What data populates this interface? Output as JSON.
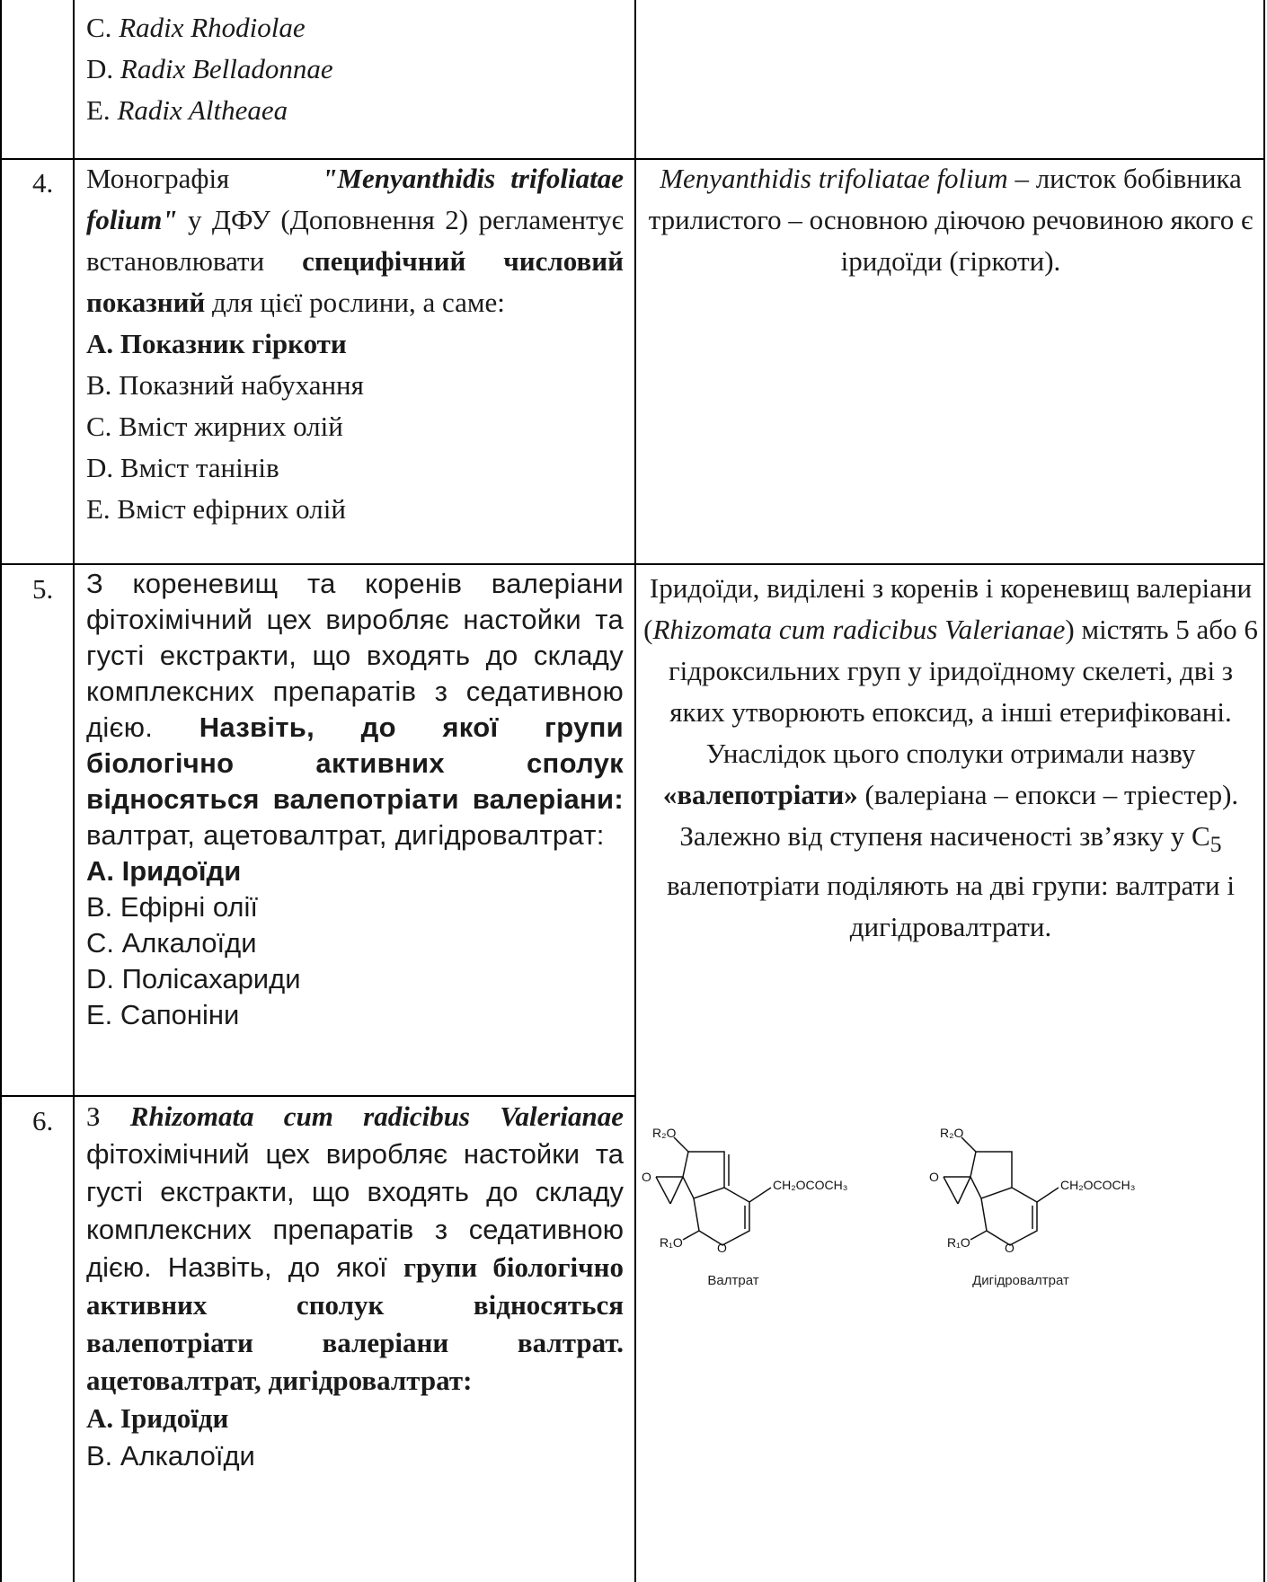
{
  "rows": {
    "r3": {
      "options": [
        {
          "letter": "C.",
          "text": "Radix Rhodiolae"
        },
        {
          "letter": "D.",
          "text": "Radix Belladonnae"
        },
        {
          "letter": "E.",
          "text": "Radix Altheaea"
        }
      ]
    },
    "r4": {
      "number": "4.",
      "q_intro": "Монографія",
      "q_title": "\"Menyanthidis trifoliatae folium\"",
      "q_mid1": "у ДФУ (Доповнення 2) регламентує встановлювати",
      "q_bold": "специфічний числовий показний",
      "q_end": "для цієї рослини, а саме:",
      "answer": "A. Показник гіркоти",
      "options": [
        "B. Показний набухання",
        "C. Вміст жирних олій",
        "D. Вміст танінів",
        "E. Вміст ефірних олій"
      ],
      "explain_latin": "Menyanthidis trifoliatae folium",
      "explain_rest": " – листок бобівника трилистого – основною діючою речовиною якого є іридоїди (гіркоти)."
    },
    "r5": {
      "number": "5.",
      "q_text": "З кореневищ та коренів валеріани фітохімічний цех виробляє настойки та густі екстракти, що входять до складу комплексних препаратів з седативною дією.",
      "q_bold": "Назвіть, до якої групи біологічно активних сполук відносяться валепотріати валеріани:",
      "q_tail": "валтрат, ацетовалтрат, дигідровалтрат:",
      "answer": "A. Іридоїди",
      "options": [
        "B. Ефірні олії",
        "C. Алкалоїди",
        "D. Полісахариди",
        "E. Сапоніни"
      ],
      "explain_1": "Іридоїди, виділені  з коренів і кореневищ валеріани (",
      "explain_latin": "Rhizomata cum radicibus Valerianae",
      "explain_2": ") містять 5 або 6 гідроксильних груп у іридоїдному скелеті, дві з яких утворюють епоксид, а інші етерифіковані. Унаслідок цього сполуки отримали назву ",
      "explain_bold": "«валепотріати»",
      "explain_3": " (валеріана – епокси – тріестер). Залежно від ступеня насиченості зв’язку у C",
      "explain_sub": "5",
      "explain_4": " валепотріати поділяють на дві групи: валтрати і дигідровалтрати."
    },
    "r6": {
      "number": "6.",
      "q_start": "З ",
      "q_latin": "Rhizomata cum radicibus Valerianae",
      "q_text": " фітохімічний цех виробляє настойки та густі екстракти, що входять до складу комплексних препаратів з седативною дією. Назвіть, до якої ",
      "q_bold": "групи біологічно активних сполук відносяться валепотріати валеріани валтрат. ацетовалтрат, дигідровалтрат:",
      "answer": "A. Іридоїди",
      "options": [
        "B. Алкалоїди"
      ]
    }
  },
  "structures": {
    "left": {
      "caption": "Валтрат",
      "r2": "R₂O",
      "r1": "R₁O",
      "side": "CH₂OCOCH₃",
      "o": "O"
    },
    "right": {
      "caption": "Дигідровалтрат",
      "r2": "R₂O",
      "r1": "R₁O",
      "side": "CH₂OCOCH₃",
      "o": "O"
    }
  }
}
